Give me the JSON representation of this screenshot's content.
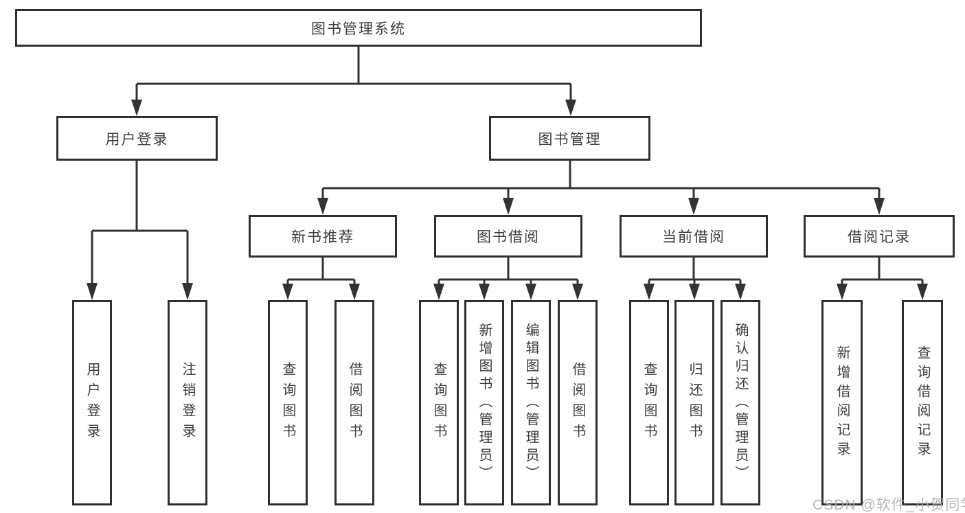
{
  "diagram": {
    "root": {
      "label": "图书管理系统"
    },
    "level2": {
      "user_login": {
        "label": "用户登录"
      },
      "book_mgmt": {
        "label": "图书管理"
      }
    },
    "level3": {
      "new_books": {
        "label": "新书推荐"
      },
      "book_borrow": {
        "label": "图书借阅"
      },
      "current_borrow": {
        "label": "当前借阅"
      },
      "borrow_records": {
        "label": "借阅记录"
      }
    },
    "leaves": {
      "login": {
        "label": "用户登录"
      },
      "logout": {
        "label": "注销登录"
      },
      "nb_query": {
        "label": "查询图书"
      },
      "nb_borrow": {
        "label": "借阅图书"
      },
      "bb_query": {
        "label": "查询图书"
      },
      "bb_add": {
        "label": "新增图书（管理员）"
      },
      "bb_edit": {
        "label": "编辑图书（管理员）"
      },
      "bb_borrow": {
        "label": "借阅图书"
      },
      "cb_query": {
        "label": "查询图书"
      },
      "cb_return": {
        "label": "归还图书"
      },
      "cb_confirm": {
        "label": "确认归还（管理员）"
      },
      "br_add": {
        "label": "新增借阅记录"
      },
      "br_query": {
        "label": "查询借阅记录"
      }
    }
  },
  "watermark": {
    "text": "CSDN @软件_小贺同学"
  },
  "colors": {
    "line": "#333333",
    "box_border": "#2f2f2f",
    "box_fill": "#ffffff",
    "text": "#3d3d3d",
    "watermark": "#aaaaaa"
  }
}
